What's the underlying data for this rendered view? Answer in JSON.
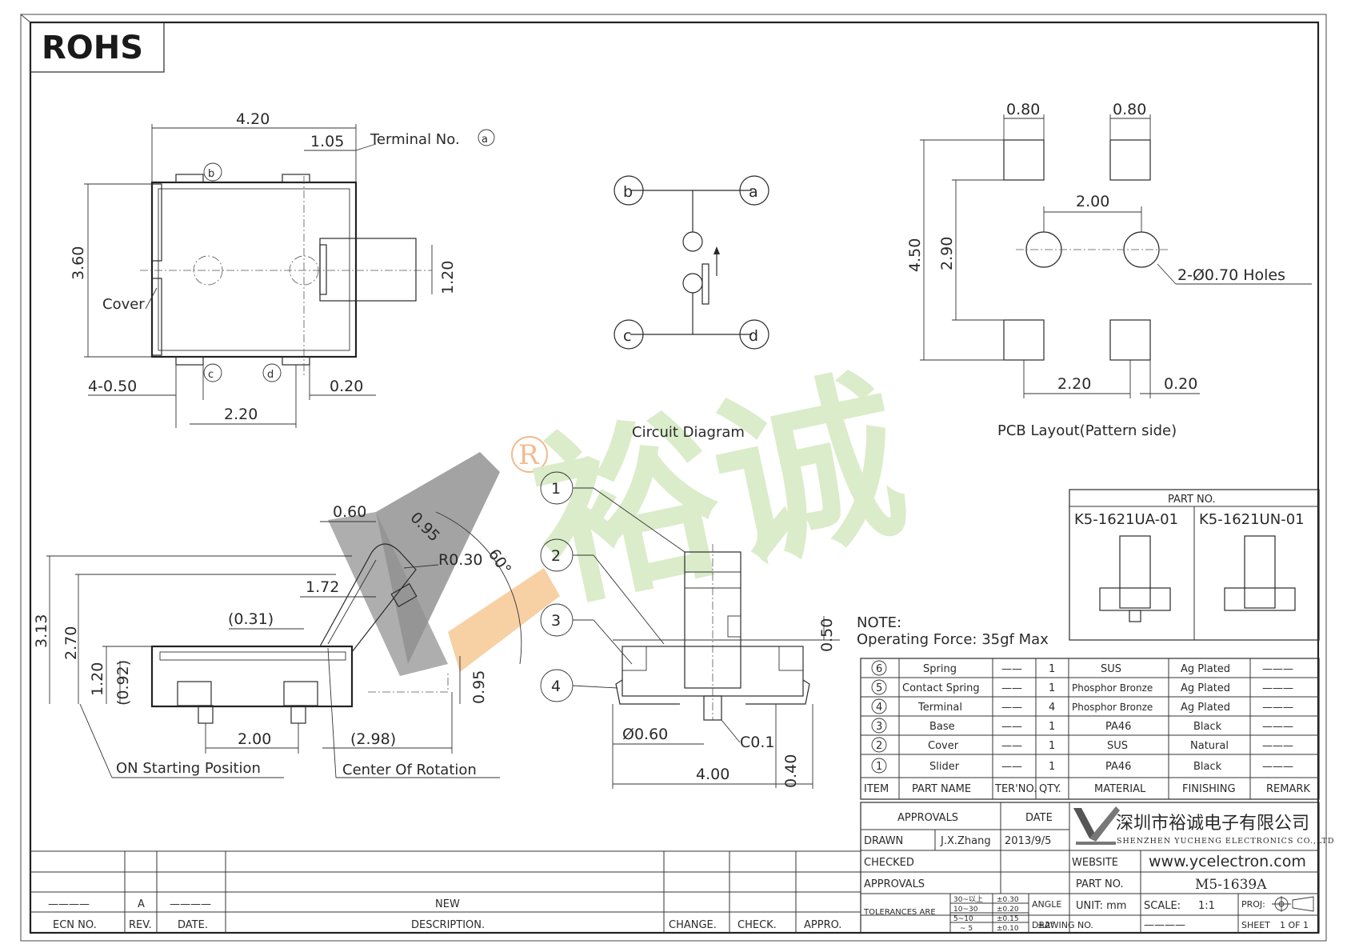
{
  "rohs": "ROHS",
  "top_view": {
    "dims": {
      "width": "4.20",
      "terminal_pos": "1.05",
      "height": "3.60",
      "slider_w": "1.20",
      "pad_w": "4-0.50",
      "pad_pitch": "2.20",
      "pad_off": "0.20"
    },
    "terminal_label": "Terminal No.",
    "cover_label": "Cover",
    "terminals": {
      "a": "a",
      "b": "b",
      "c": "c",
      "d": "d"
    }
  },
  "circuit": {
    "title": "Circuit Diagram",
    "terminals": {
      "a": "a",
      "b": "b",
      "c": "c",
      "d": "d"
    }
  },
  "pcb": {
    "title": "PCB Layout(Pattern side)",
    "dims": {
      "pad1": "0.80",
      "pad2": "0.80",
      "hole_pitch": "2.00",
      "outer": "4.50",
      "inner": "2.90",
      "pad_pitch": "2.20",
      "gap": "0.20"
    },
    "holes_label": "2-Ø0.70 Holes"
  },
  "side_view": {
    "dims": {
      "d060": "0.60",
      "d095a": "0.95",
      "r030": "R0.30",
      "angle": "60°",
      "d172": "1.72",
      "d031": "(0.31)",
      "h313": "3.13",
      "h270": "2.70",
      "h120": "1.20",
      "h092": "(0.92)",
      "d095b": "0.95",
      "d200": "2.00",
      "d298": "(2.98)"
    },
    "on_label": "ON Starting Position",
    "rot_label": "Center Of Rotation"
  },
  "front_view": {
    "callouts": [
      "1",
      "2",
      "3",
      "4"
    ],
    "dims": {
      "h050": "0.50",
      "phi": "Ø0.60",
      "c01": "C0.1",
      "w400": "4.00",
      "h040": "0.40"
    }
  },
  "note": {
    "title": "NOTE:",
    "text": "Operating Force: 35gf Max"
  },
  "part_box": {
    "title": "PART NO.",
    "parts": [
      "K5-1621UA-01",
      "K5-1621UN-01"
    ]
  },
  "bom": {
    "rows": [
      {
        "no": "6",
        "name": "Spring",
        "ter": "——",
        "qty": "1",
        "material": "SUS",
        "finishing": "Ag Plated",
        "remark": "———"
      },
      {
        "no": "5",
        "name": "Contact Spring",
        "ter": "——",
        "qty": "1",
        "material": "Phosphor Bronze",
        "finishing": "Ag Plated",
        "remark": "———"
      },
      {
        "no": "4",
        "name": "Terminal",
        "ter": "——",
        "qty": "4",
        "material": "Phosphor Bronze",
        "finishing": "Ag Plated",
        "remark": "———"
      },
      {
        "no": "3",
        "name": "Base",
        "ter": "——",
        "qty": "1",
        "material": "PA46",
        "finishing": "Black",
        "remark": "———"
      },
      {
        "no": "2",
        "name": "Cover",
        "ter": "——",
        "qty": "1",
        "material": "SUS",
        "finishing": "Natural",
        "remark": "———"
      },
      {
        "no": "1",
        "name": "Slider",
        "ter": "——",
        "qty": "1",
        "material": "PA46",
        "finishing": "Black",
        "remark": "———"
      }
    ],
    "headers": [
      "ITEM",
      "PART NAME",
      "TER'NO.",
      "QTY.",
      "MATERIAL",
      "FINISHING",
      "REMARK"
    ]
  },
  "title_block": {
    "approvals": "APPROVALS",
    "date": "DATE",
    "drawn": "DRAWN",
    "drawn_by": "J.X.Zhang",
    "drawn_date": "2013/9/5",
    "checked": "CHECKED",
    "approvals2": "APPROVALS",
    "company_cn": "深圳市裕诚电子有限公司",
    "company_en": "SHENZHEN YUCHENG ELECTRONICS CO.,LTD",
    "website_label": "WEBSITE",
    "website": "www.ycelectron.com",
    "partno_label": "PART NO.",
    "partno": "M5-1639A",
    "tolerances": "TOLERANCES ARE",
    "tol_ranges": [
      "30~以上",
      "10~30",
      "5~10",
      "~ 5"
    ],
    "tol_values": [
      "±0.30",
      "±0.20",
      "±0.15",
      "±0.10"
    ],
    "angle": "ANGLE",
    "angle_val": "±2°",
    "unit": "UNIT: mm",
    "scale": "SCALE:",
    "scale_val": "1:1",
    "proj": "PROJ:",
    "drawing_no": "DRAWING NO.",
    "drawing_no_val": "————",
    "sheet": "SHEET",
    "sheet_val": "1 OF 1"
  },
  "revision": {
    "row": {
      "ecn": "————",
      "rev": "A",
      "date": "————",
      "desc": "NEW",
      "change": "",
      "check": "",
      "appro": ""
    },
    "headers": {
      "ecn": "ECN NO.",
      "rev": "REV.",
      "date": "DATE.",
      "desc": "DESCRIPTION.",
      "change": "CHANGE.",
      "check": "CHECK.",
      "appro": "APPRO."
    }
  },
  "watermark": {
    "text": "裕诚",
    "mark": "R"
  },
  "colors": {
    "line": "#2a2a2a",
    "watermark_green": "#d9ebc7",
    "watermark_gray": "#8d8d8d",
    "watermark_orange": "#f5c48e"
  }
}
